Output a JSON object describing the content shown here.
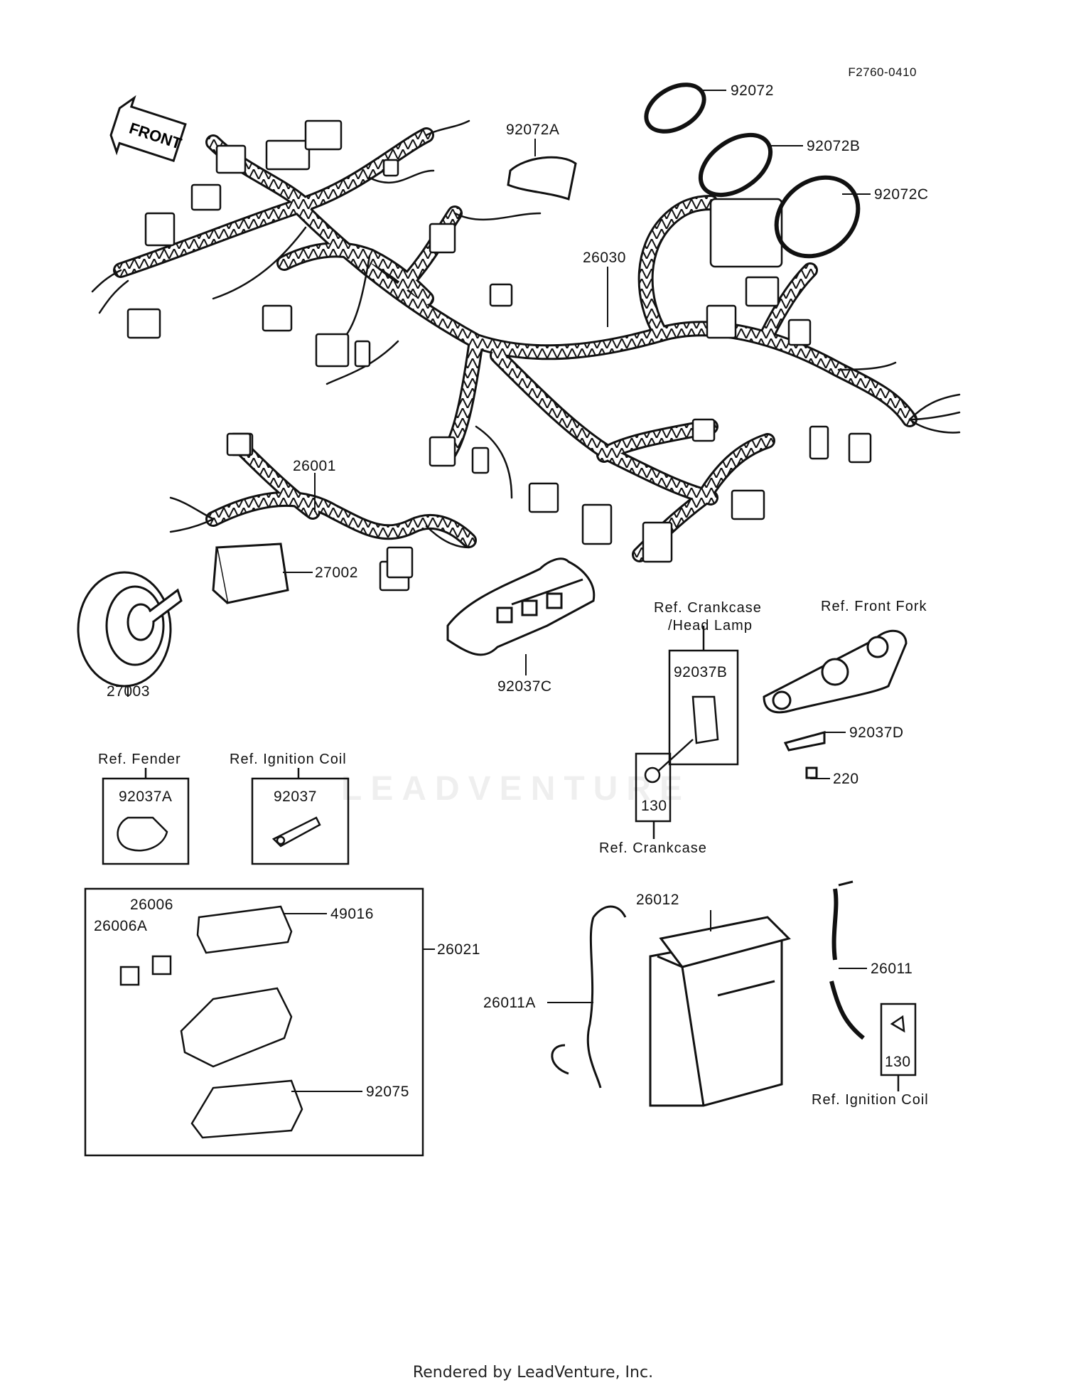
{
  "drawing_code": "F2760-0410",
  "watermark": "LEADVENTURE",
  "footer": "Rendered by LeadVenture, Inc.",
  "front_arrow": "FRONT",
  "parts": {
    "p92072": "92072",
    "p92072A": "92072A",
    "p92072B": "92072B",
    "p92072C": "92072C",
    "p26030": "26030",
    "p26001": "26001",
    "p27002": "27002",
    "p27003": "27003",
    "p92037C": "92037C",
    "p92037B": "92037B",
    "p130a": "130",
    "p92037D": "92037D",
    "p220": "220",
    "p92037A": "92037A",
    "p92037": "92037",
    "p26006": "26006",
    "p26006A": "26006A",
    "p49016": "49016",
    "p26021": "26021",
    "p92075": "92075",
    "p26012": "26012",
    "p26011A": "26011A",
    "p26011": "26011",
    "p130b": "130"
  },
  "refs": {
    "crankcase_headlamp_1": "Ref. Crankcase",
    "crankcase_headlamp_2": "/Head Lamp",
    "front_fork": "Ref. Front Fork",
    "crankcase": "Ref. Crankcase",
    "fender": "Ref. Fender",
    "ignition_coil_a": "Ref. Ignition Coil",
    "ignition_coil_b": "Ref. Ignition Coil"
  }
}
